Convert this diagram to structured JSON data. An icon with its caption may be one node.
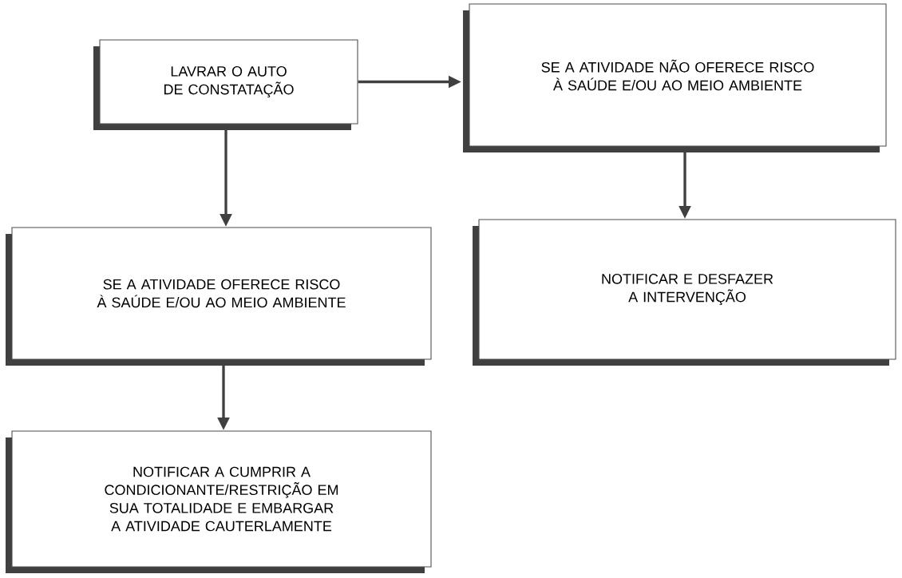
{
  "diagram": {
    "nodes": [
      {
        "text": [
          "LAVRAR O AUTO DE CONSTATAÇÃO"
        ]
      },
      {
        "text": [
          "SE A ATIVIDADE NÃO OFERECE RISCO À SAÚDE E/OU AO MEIO AMBIENTE"
        ]
      },
      {
        "text": [
          "SE A ATIVIDADE OFERECE RISCO À SAÚDE E/OU AO MEIO AMBIENTE"
        ]
      },
      {
        "text": [
          "NOTIFICAR E DESFAZER A INTERVENÇÃO"
        ]
      },
      {
        "text": [
          "NOTIFICAR A CUMPRIR A CONDICIONANTE/RESTRIÇÃO EM SUA TOTALIDADE E EMBARGAR A ATIVIDADE CAUTERLAMENTE"
        ]
      }
    ],
    "edges": [
      {
        "from": 0,
        "to": 1,
        "arrow": "to"
      },
      {
        "from": 0,
        "to": 2,
        "arrow": "to"
      },
      {
        "from": 1,
        "to": 3,
        "arrow": "to"
      },
      {
        "from": 2,
        "to": 4,
        "arrow": "to"
      }
    ]
  }
}
